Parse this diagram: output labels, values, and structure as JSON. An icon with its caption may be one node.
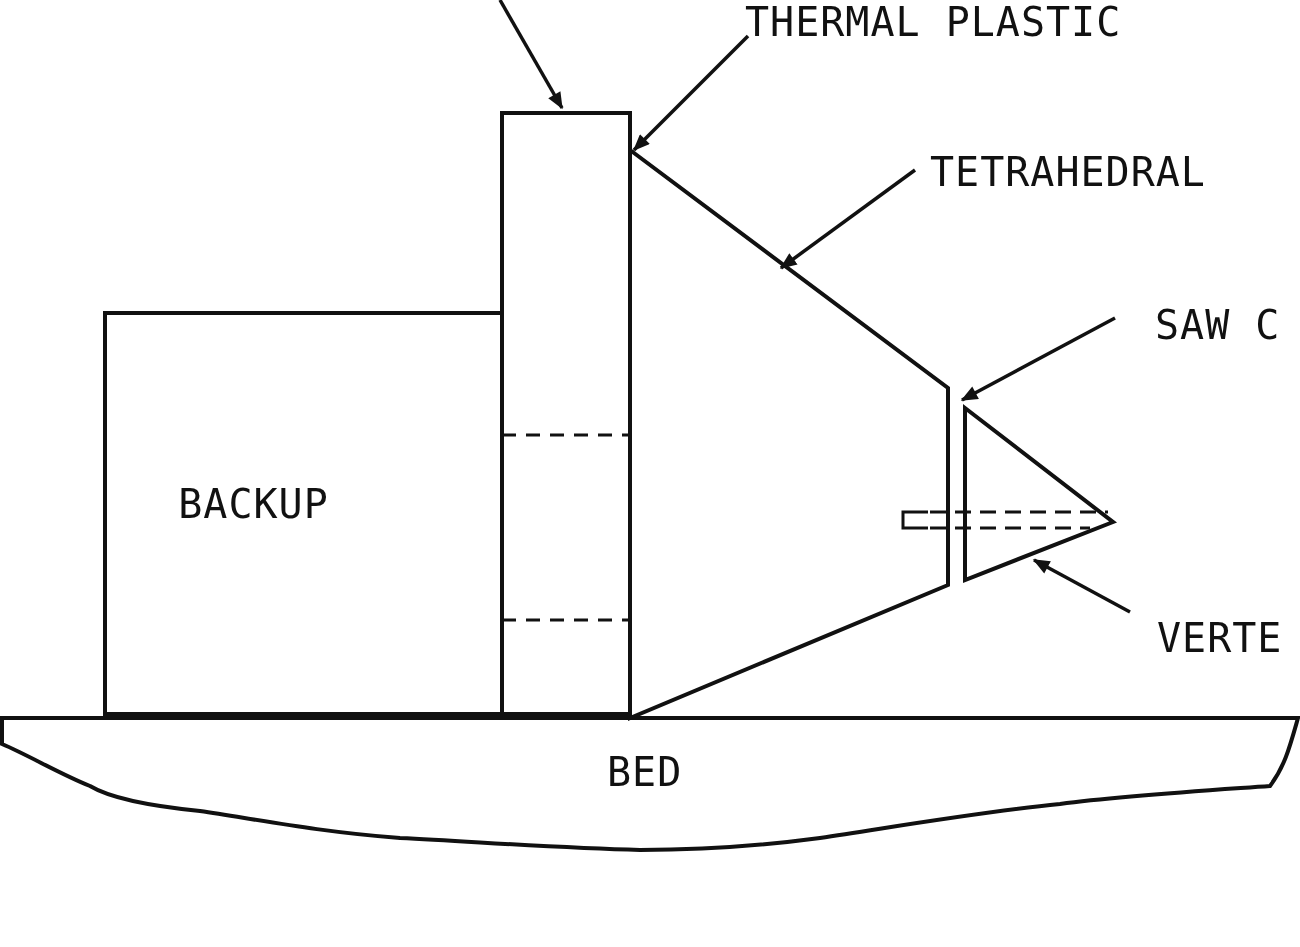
{
  "diagram": {
    "nodes": [
      {
        "text": [
          "THERMAL PLASTIC"
        ]
      },
      {
        "text": [
          "TETRAHEDRAL"
        ]
      },
      {
        "text": [
          "SAW C"
        ]
      },
      {
        "text": [
          "VERTE"
        ]
      },
      {
        "text": [
          "BACKUP"
        ]
      },
      {
        "text": [
          "BED"
        ]
      },
      {
        "text": [],
        "shape": "box"
      },
      {
        "text": [],
        "shape": "trapezoid"
      },
      {
        "text": [],
        "shape": "triangle"
      }
    ],
    "edges": [
      {
        "from": null,
        "to": 6,
        "arrow": "to"
      },
      {
        "from": 0,
        "to": 7,
        "arrow": "to"
      },
      {
        "from": 1,
        "to": 7,
        "arrow": "to"
      },
      {
        "from": 2,
        "to": 8,
        "arrow": "to"
      },
      {
        "from": 3,
        "to": 8,
        "arrow": "to"
      }
    ]
  }
}
